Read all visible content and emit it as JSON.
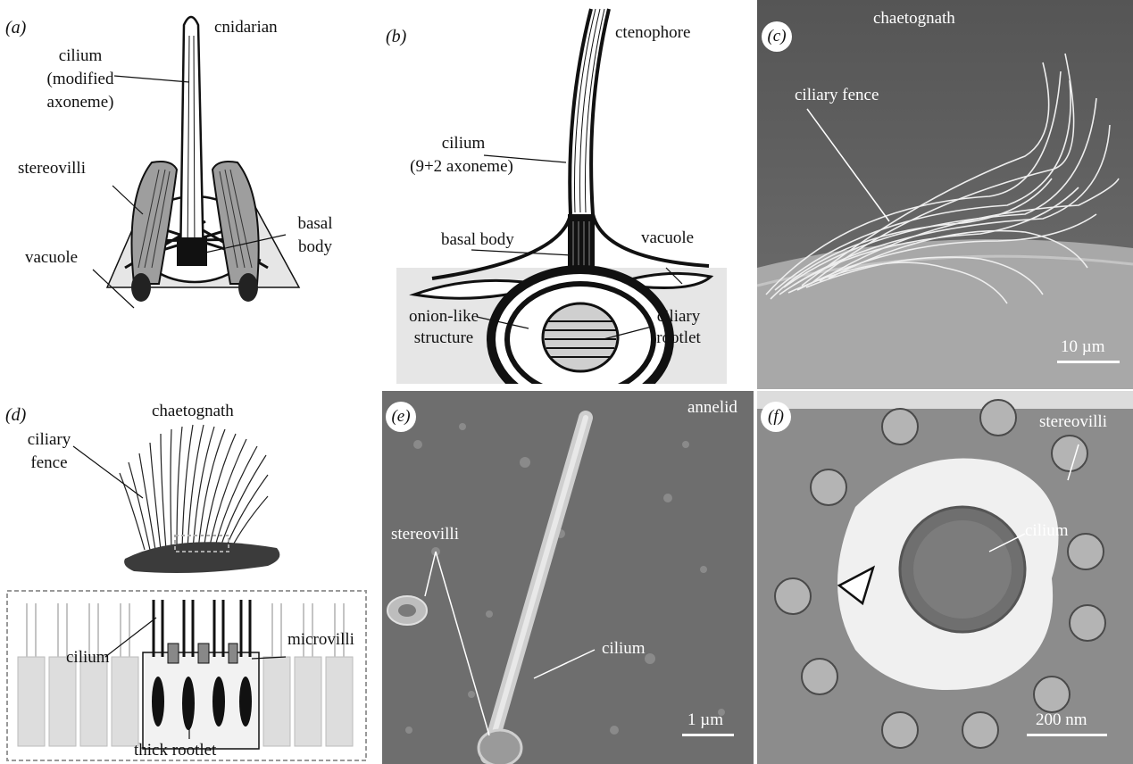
{
  "panels": {
    "a": {
      "letter": "(a)",
      "title": "cnidarian",
      "labels": {
        "cilium_1": "cilium",
        "cilium_2": "(modified",
        "cilium_3": "axoneme)",
        "stereovilli": "stereovilli",
        "basal_1": "basal",
        "basal_2": "body",
        "vacuole": "vacuole"
      }
    },
    "b": {
      "letter": "(b)",
      "title": "ctenophore",
      "labels": {
        "cilium_1": "cilium",
        "cilium_2": "(9+2 axoneme)",
        "basal_body": "basal body",
        "vacuole": "vacuole",
        "onion_1": "onion-like",
        "onion_2": "structure",
        "rootlet_1": "ciliary",
        "rootlet_2": "rootlet"
      }
    },
    "c": {
      "letter": "c",
      "title": "chaetognath",
      "labels": {
        "fence": "ciliary fence"
      },
      "scale_bar": "10 µm"
    },
    "d": {
      "letter": "(d)",
      "title": "chaetognath",
      "labels": {
        "fence_1": "ciliary",
        "fence_2": "fence",
        "cilium": "cilium",
        "microvilli": "microvilli",
        "thick_rootlet": "thick rootlet"
      }
    },
    "e": {
      "letter": "e",
      "title": "annelid",
      "labels": {
        "stereovilli": "stereovilli",
        "cilium": "cilium"
      },
      "scale_bar": "1 µm"
    },
    "f": {
      "letter": "f",
      "labels": {
        "stereovilli": "stereovilli",
        "cilium": "cilium"
      },
      "scale_bar": "200 nm"
    }
  }
}
